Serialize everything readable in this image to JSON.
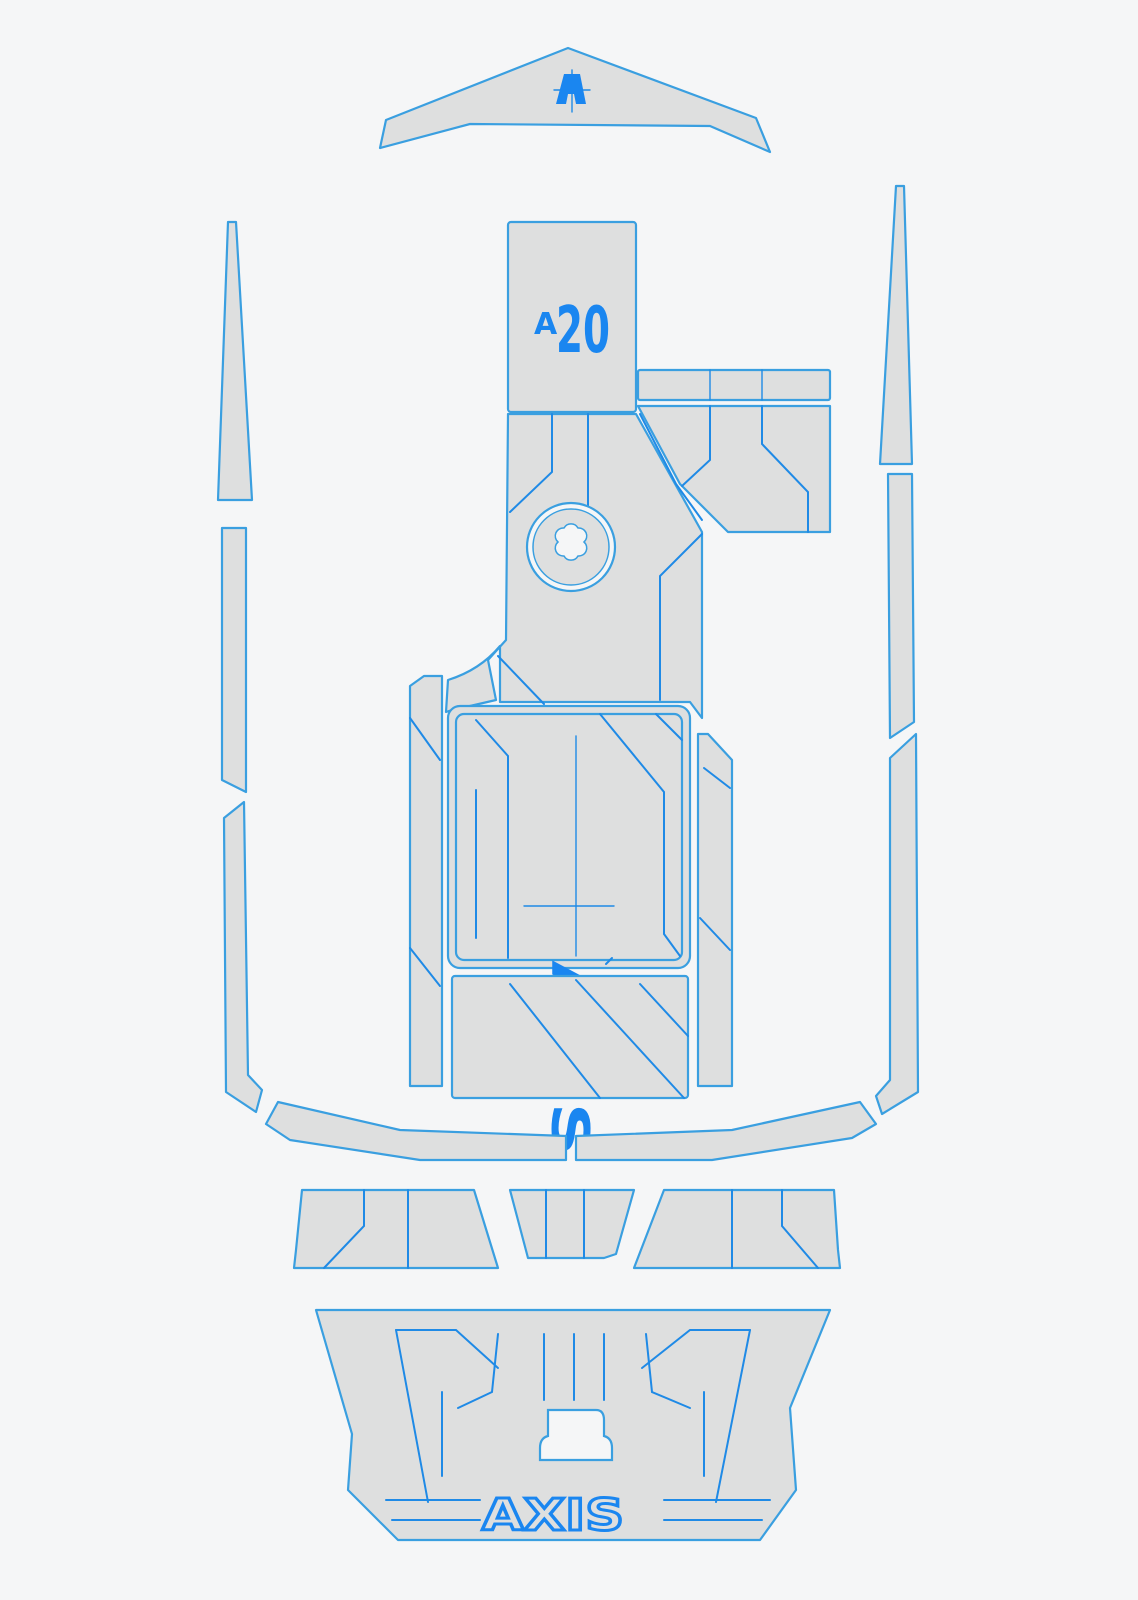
{
  "colors": {
    "background": "#f5f6f7",
    "pad_fill": "#dedfdf",
    "outline": "#3a9fe0",
    "brand_blue": "#1a86f0"
  },
  "labels": {
    "model_letter": "A",
    "model_number": "20",
    "brand_center": "AXIS",
    "brand_bottom": "AXIS",
    "bow_letter": "A"
  }
}
